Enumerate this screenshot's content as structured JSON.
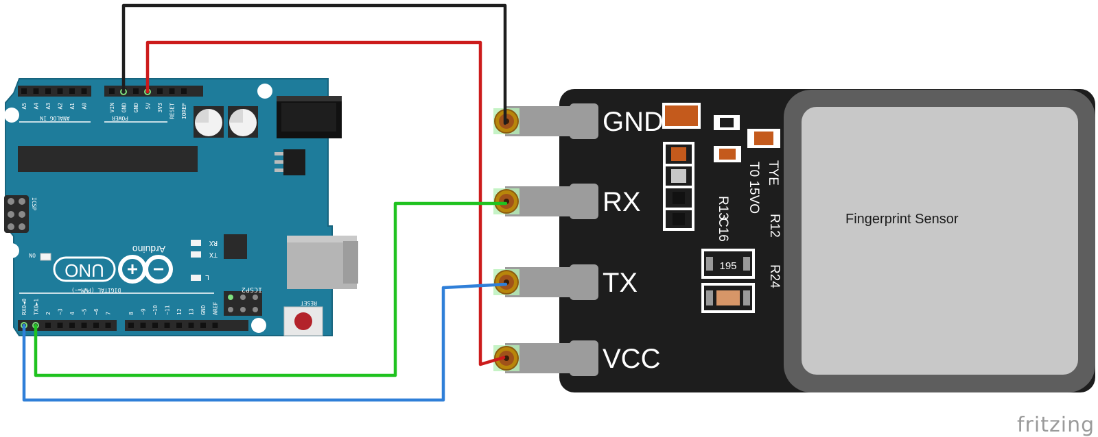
{
  "arduino": {
    "brand": "Arduino",
    "model": "UNO",
    "analog_header_label": "ANALOG IN",
    "analog_pins": [
      "A5",
      "A4",
      "A3",
      "A2",
      "A1",
      "A0"
    ],
    "power_header_label": "POWER",
    "power_pins": [
      "VIN",
      "GND",
      "GND",
      "5V",
      "3V3",
      "RESET",
      "IOREF"
    ],
    "icsp_label": "ICSP",
    "icsp2_label": "ICSP2",
    "led_labels": {
      "rx": "RX",
      "tx": "TX",
      "l": "L",
      "on": "ON"
    },
    "reset_label": "RESET",
    "digital_label": "DIGITAL (PWM=~)",
    "digital_pins_low": [
      "RX0◄0",
      "TX0►1",
      "2",
      "~3",
      "4",
      "~5",
      "~6",
      "7"
    ],
    "digital_pins_high": [
      "8",
      "~9",
      "~10",
      "~11",
      "12",
      "13",
      "GND",
      "AREF"
    ]
  },
  "sensor": {
    "pins": [
      "GND",
      "RX",
      "TX",
      "VCC"
    ],
    "window_label": "Fingerprint Sensor",
    "silk_labels": [
      "TYE",
      "T0 15VO",
      "R13",
      "C16",
      "R12",
      "R24"
    ],
    "resistor_code": "195"
  },
  "wires": [
    {
      "from": "Arduino GND",
      "to": "Sensor GND",
      "color": "#1e1e1e"
    },
    {
      "from": "Arduino 5V",
      "to": "Sensor VCC",
      "color": "#cc1b1b"
    },
    {
      "from": "Arduino TX0 (1)",
      "to": "Sensor RX",
      "color": "#1fc21f"
    },
    {
      "from": "Arduino RX0 (0)",
      "to": "Sensor TX",
      "color": "#2f7fd8"
    }
  ],
  "watermark": "fritzing"
}
